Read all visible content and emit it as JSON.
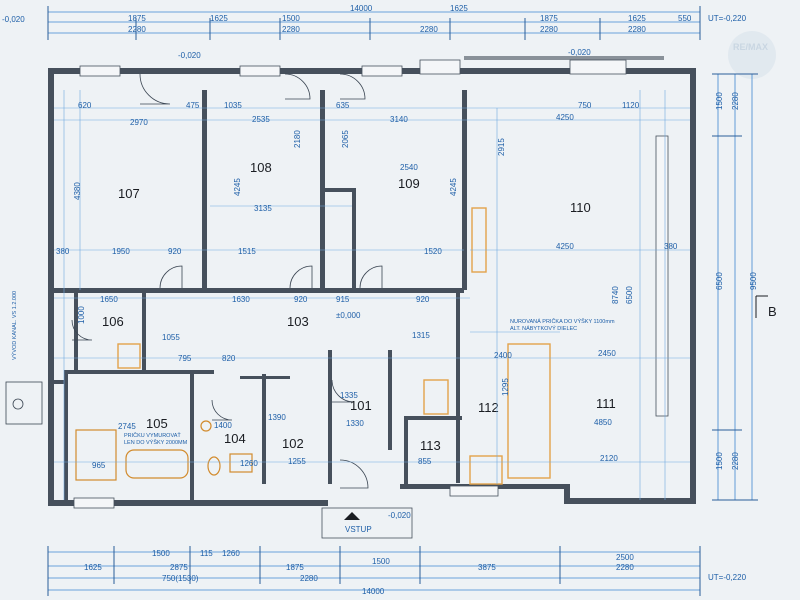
{
  "plan": {
    "rooms": [
      {
        "id": "107",
        "label": "107"
      },
      {
        "id": "108",
        "label": "108"
      },
      {
        "id": "109",
        "label": "109"
      },
      {
        "id": "110",
        "label": "110"
      },
      {
        "id": "106",
        "label": "106"
      },
      {
        "id": "103",
        "label": "103"
      },
      {
        "id": "105",
        "label": "105"
      },
      {
        "id": "104",
        "label": "104"
      },
      {
        "id": "102",
        "label": "102"
      },
      {
        "id": "101",
        "label": "101"
      },
      {
        "id": "112",
        "label": "112"
      },
      {
        "id": "113",
        "label": "113"
      },
      {
        "id": "111",
        "label": "111"
      }
    ],
    "top_dims_row1": [
      "1875",
      "1625",
      "1500",
      "1875",
      "1625",
      "550"
    ],
    "top_dims_row2": [
      "2280",
      "2280",
      "2280",
      "2280",
      "2280"
    ],
    "top_total": "14000",
    "top_row1_right": "1625",
    "bottom_dims_row1": [
      "1500",
      "115",
      "1260",
      "1500",
      "2500"
    ],
    "bottom_dims_row2": [
      "1625",
      "2875",
      "1875",
      "3875",
      "2280"
    ],
    "bottom_dims_row3": [
      "750(1530)",
      "2280"
    ],
    "bottom_total": "14000",
    "right_dims": [
      "1500",
      "2280",
      "6500",
      "9500",
      "1500",
      "2280"
    ],
    "levels": {
      "ut_top": "UT=-0,220",
      "ut_bottom": "UT=-0,220",
      "minus_020_a": "-0,020",
      "minus_020_b": "-0,020",
      "minus_020_c": "-0,020",
      "zero": "±0,000",
      "minus_020_entry": "-0,020"
    },
    "entrance_label": "VSTUP",
    "section_mark": "B",
    "kitchen_note": [
      "NUROVANÁ PRIČKA DO VÝŠKY 1100mm",
      "ALT. NÁBYTKOVÝ DIELEC"
    ],
    "bath_note": [
      "PRIČKU VYMUROVAŤ",
      "LEN DO VÝŠKY 2000MM"
    ],
    "side_note": "VÝVOD KANAL. VS 1.2.000",
    "room_dims": [
      "4380",
      "2970",
      "1950",
      "920",
      "475",
      "1035",
      "2535",
      "2180",
      "4245",
      "3135",
      "1515",
      "635",
      "3140",
      "2065",
      "2540",
      "4245",
      "1520",
      "2915",
      "4250",
      "4250",
      "1120",
      "750",
      "2450",
      "4850",
      "2120",
      "6500",
      "8740",
      "1295",
      "1315",
      "2400",
      "1390",
      "1330",
      "855",
      "1255",
      "1335",
      "2745",
      "1400",
      "965",
      "1260",
      "1055",
      "820",
      "795",
      "1650",
      "1000",
      "1630",
      "920",
      "915",
      "920",
      "380",
      "380",
      "620"
    ],
    "logo": "RE/MAX"
  }
}
